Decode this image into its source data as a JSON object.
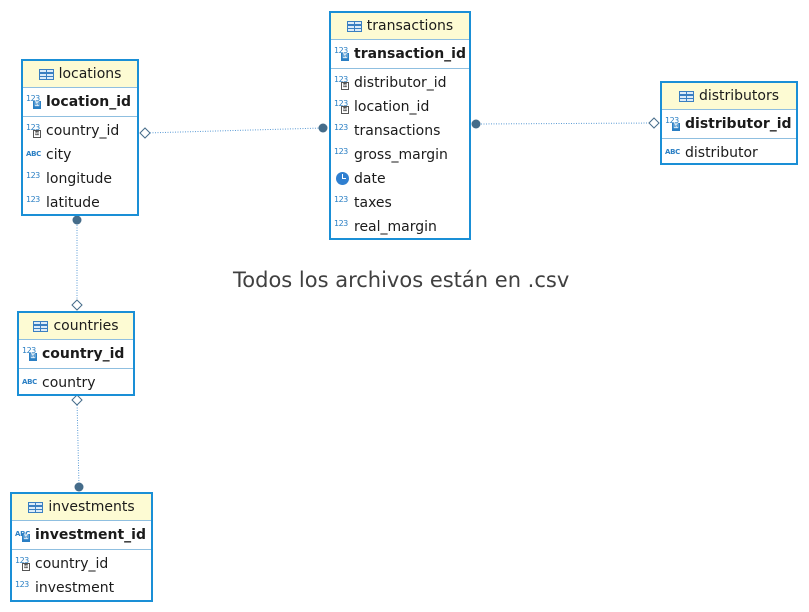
{
  "note": "Todos los archivos están en .csv",
  "colors": {
    "entity_border": "#1a8fd6",
    "header_bg": "#fdfbd3",
    "connector": "#5b9bd5",
    "connector_end": "#456c8a"
  },
  "entities": {
    "transactions": {
      "title": "transactions",
      "pk": {
        "name": "transaction_id",
        "type": "123",
        "key": "pk"
      },
      "attrs": [
        {
          "name": "distributor_id",
          "type": "123",
          "key": "fk"
        },
        {
          "name": "location_id",
          "type": "123",
          "key": "fk"
        },
        {
          "name": "transactions",
          "type": "123"
        },
        {
          "name": "gross_margin",
          "type": "123"
        },
        {
          "name": "date",
          "type": "clock-icon"
        },
        {
          "name": "taxes",
          "type": "123"
        },
        {
          "name": "real_margin",
          "type": "123"
        }
      ]
    },
    "locations": {
      "title": "locations",
      "pk": {
        "name": "location_id",
        "type": "123",
        "key": "pk"
      },
      "attrs": [
        {
          "name": "country_id",
          "type": "123",
          "key": "fk"
        },
        {
          "name": "city",
          "type": "ABC"
        },
        {
          "name": "longitude",
          "type": "123"
        },
        {
          "name": "latitude",
          "type": "123"
        }
      ]
    },
    "distributors": {
      "title": "distributors",
      "pk": {
        "name": "distributor_id",
        "type": "123",
        "key": "pk"
      },
      "attrs": [
        {
          "name": "distributor",
          "type": "ABC"
        }
      ]
    },
    "countries": {
      "title": "countries",
      "pk": {
        "name": "country_id",
        "type": "123",
        "key": "pk"
      },
      "attrs": [
        {
          "name": "country",
          "type": "ABC"
        }
      ]
    },
    "investments": {
      "title": "investments",
      "pk": {
        "name": "investment_id",
        "type": "ABC",
        "key": "pk"
      },
      "attrs": [
        {
          "name": "country_id",
          "type": "123",
          "key": "fk"
        },
        {
          "name": "investment",
          "type": "123"
        }
      ]
    }
  },
  "relationships": [
    {
      "from": "locations",
      "to": "transactions"
    },
    {
      "from": "distributors",
      "to": "transactions"
    },
    {
      "from": "countries",
      "to": "locations"
    },
    {
      "from": "countries",
      "to": "investments"
    }
  ]
}
